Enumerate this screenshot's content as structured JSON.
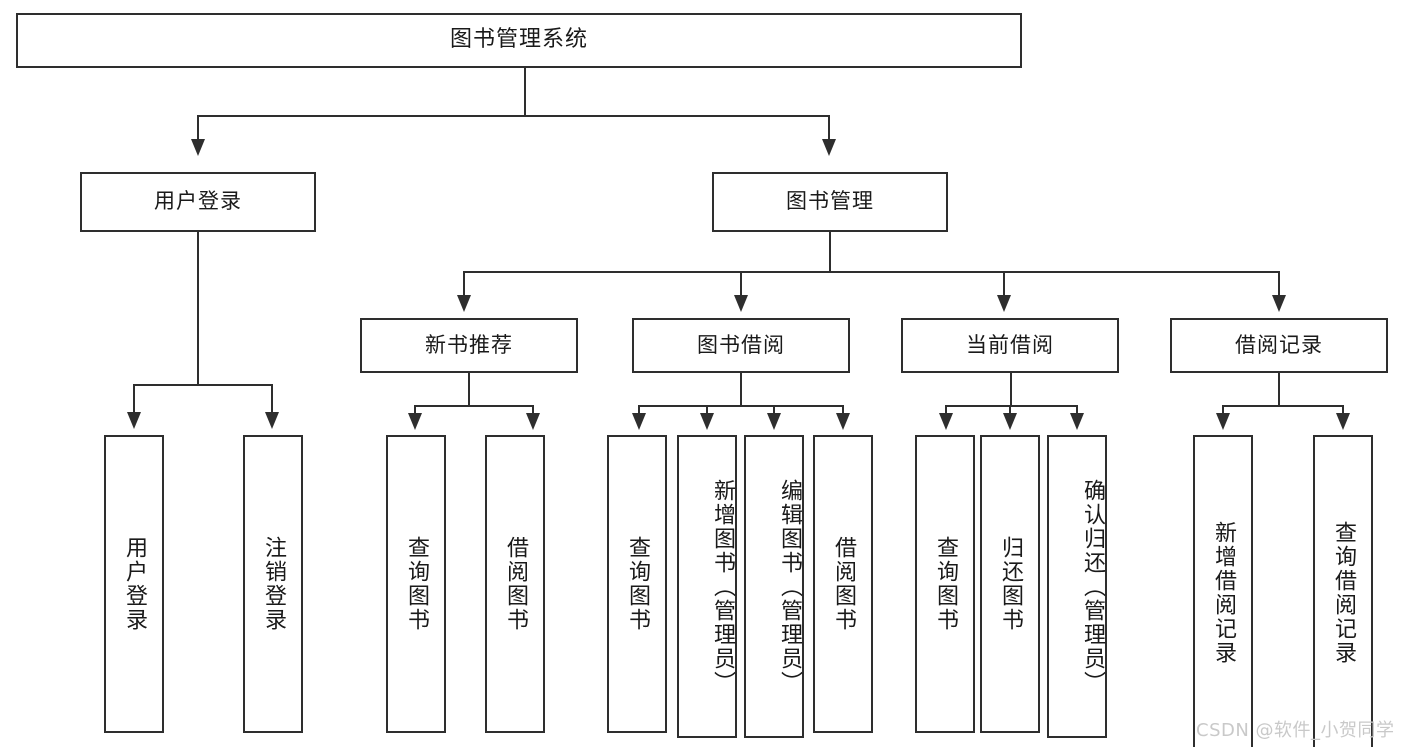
{
  "diagram": {
    "title": "图书管理系统",
    "type": "tree",
    "watermark": "CSDN @软件_小贺同学",
    "colors": {
      "stroke": "#2e2e2e",
      "background": "#ffffff",
      "text": "#1a1a1a",
      "watermark": "#c9c9c9"
    },
    "nodes": {
      "root": {
        "label": "图书管理系统"
      },
      "level2": [
        {
          "label": "用户登录"
        },
        {
          "label": "图书管理"
        }
      ],
      "level3": [
        {
          "label": "新书推荐"
        },
        {
          "label": "图书借阅"
        },
        {
          "label": "当前借阅"
        },
        {
          "label": "借阅记录"
        }
      ],
      "leaves": {
        "user_login": [
          {
            "label": "用户登录"
          },
          {
            "label": "注销登录"
          }
        ],
        "new_book_recommend": [
          {
            "label": "查询图书"
          },
          {
            "label": "借阅图书"
          }
        ],
        "book_borrow": [
          {
            "label": "查询图书"
          },
          {
            "label": "新增图书（管理员）"
          },
          {
            "label": "编辑图书（管理员）"
          },
          {
            "label": "借阅图书"
          }
        ],
        "current_borrow": [
          {
            "label": "查询图书"
          },
          {
            "label": "归还图书"
          },
          {
            "label": "确认归还（管理员）"
          }
        ],
        "borrow_record": [
          {
            "label": "新增借阅记录"
          },
          {
            "label": "查询借阅记录"
          }
        ]
      }
    }
  }
}
